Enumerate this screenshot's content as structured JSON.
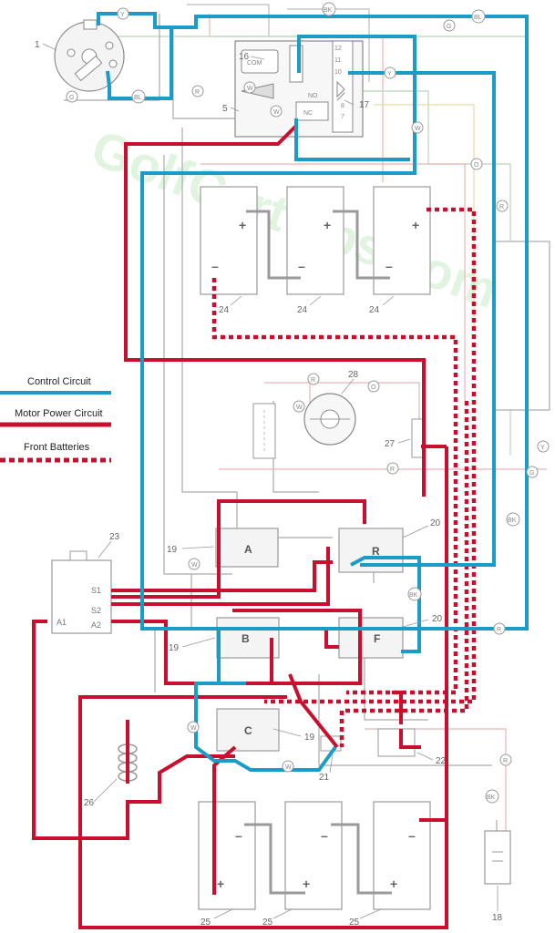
{
  "legend": {
    "control": {
      "label": "Control Circuit",
      "color": "#1b9cc6"
    },
    "motor": {
      "label": "Motor Power Circuit",
      "color": "#c8102e"
    },
    "front": {
      "label": "Front Batteries",
      "color": "#c8102e"
    }
  },
  "watermark": "GolfCartTips.com",
  "components": {
    "c1": "1",
    "c5": "5",
    "c16": "16",
    "c17": "17",
    "c18": "18",
    "c19": "19",
    "c20": "20",
    "c21": "21",
    "c22": "22",
    "c23": "23",
    "c24": "24",
    "c25": "25",
    "c26": "26",
    "c27": "27",
    "c28": "28"
  },
  "solenoids": {
    "a": "A",
    "r": "R",
    "b": "B",
    "f": "F",
    "c": "C"
  },
  "motor_terminals": {
    "s1": "S1",
    "s2": "S2",
    "a1": "A1",
    "a2": "A2"
  },
  "switch_terms": {
    "com": "COM",
    "nc": "NC",
    "no": "NO",
    "t12": "12",
    "t11": "11",
    "t10": "10",
    "t8": "8",
    "t7": "7"
  },
  "wire_colors": {
    "y": "Y",
    "bk": "BK",
    "bl": "BL",
    "g": "G",
    "r": "R",
    "w": "W",
    "o": "O"
  },
  "polarity": {
    "plus": "+",
    "minus": "–"
  }
}
